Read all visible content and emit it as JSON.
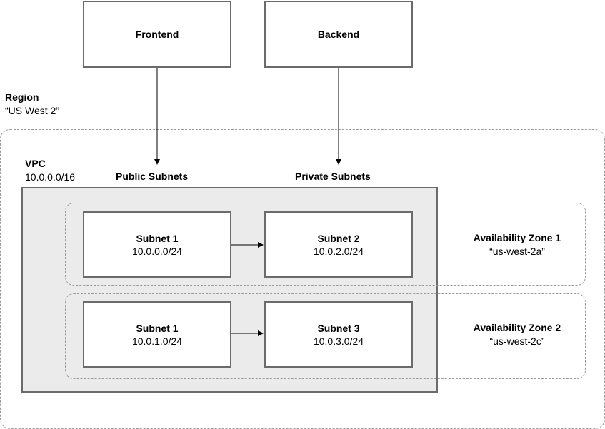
{
  "nodes": {
    "frontend": {
      "label": "Frontend"
    },
    "backend": {
      "label": "Backend"
    },
    "region": {
      "title": "Region",
      "value": "“US West 2”"
    },
    "vpc": {
      "title": "VPC",
      "cidr": "10.0.0.0/16"
    },
    "public_subnets": {
      "label": "Public Subnets"
    },
    "private_subnets": {
      "label": "Private Subnets"
    },
    "subnet_1a": {
      "title": "Subnet 1",
      "cidr": "10.0.0.0/24"
    },
    "subnet_2": {
      "title": "Subnet 2",
      "cidr": "10.0.2.0/24"
    },
    "subnet_1b": {
      "title": "Subnet 1",
      "cidr": "10.0.1.0/24"
    },
    "subnet_3": {
      "title": "Subnet 3",
      "cidr": "10.0.3.0/24"
    },
    "az1": {
      "title": "Availability Zone 1",
      "value": "“us-west-2a”"
    },
    "az2": {
      "title": "Availability Zone 2",
      "value": "“us-west-2c”"
    }
  },
  "edges": [
    {
      "from": "frontend",
      "to": "public_subnets"
    },
    {
      "from": "backend",
      "to": "private_subnets"
    },
    {
      "from": "subnet_1a",
      "to": "subnet_2"
    },
    {
      "from": "subnet_1b",
      "to": "subnet_3"
    }
  ],
  "colors": {
    "vpc_fill": "#ebebeb",
    "border": "#6b6b6b",
    "dashed": "#9a9a9a"
  }
}
